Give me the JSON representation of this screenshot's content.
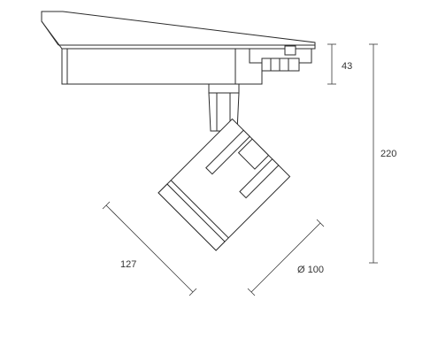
{
  "dimensions": {
    "mount_height": "43",
    "total_height": "220",
    "length": "127",
    "diameter": "Ø 100"
  }
}
